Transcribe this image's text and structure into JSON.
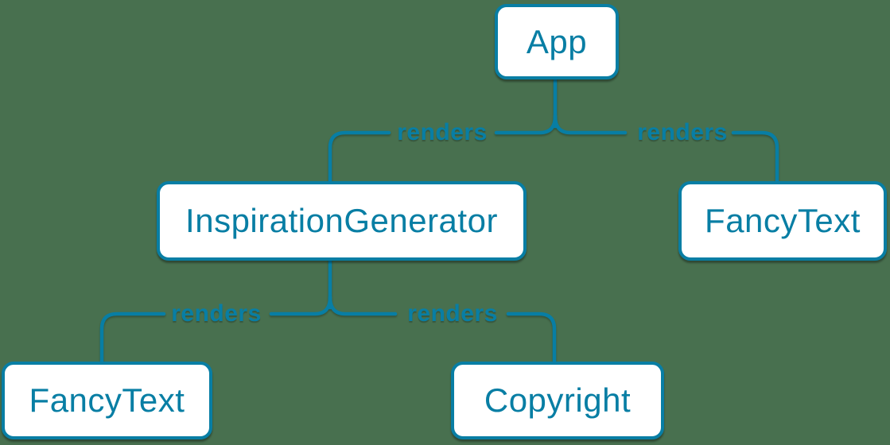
{
  "colors": {
    "background": "#48704f",
    "accent": "#087ea4",
    "node_background": "#ffffff"
  },
  "diagram": {
    "type": "component-render-tree",
    "nodes": [
      {
        "id": "app",
        "label": "App"
      },
      {
        "id": "inspiration-generator",
        "label": "InspirationGenerator"
      },
      {
        "id": "fancy-text-top",
        "label": "FancyText"
      },
      {
        "id": "fancy-text-bottom",
        "label": "FancyText"
      },
      {
        "id": "copyright",
        "label": "Copyright"
      }
    ],
    "edges": [
      {
        "from": "App",
        "to": "InspirationGenerator",
        "label": "renders"
      },
      {
        "from": "App",
        "to": "FancyText",
        "label": "renders"
      },
      {
        "from": "InspirationGenerator",
        "to": "FancyText",
        "label": "renders"
      },
      {
        "from": "InspirationGenerator",
        "to": "Copyright",
        "label": "renders"
      }
    ]
  }
}
